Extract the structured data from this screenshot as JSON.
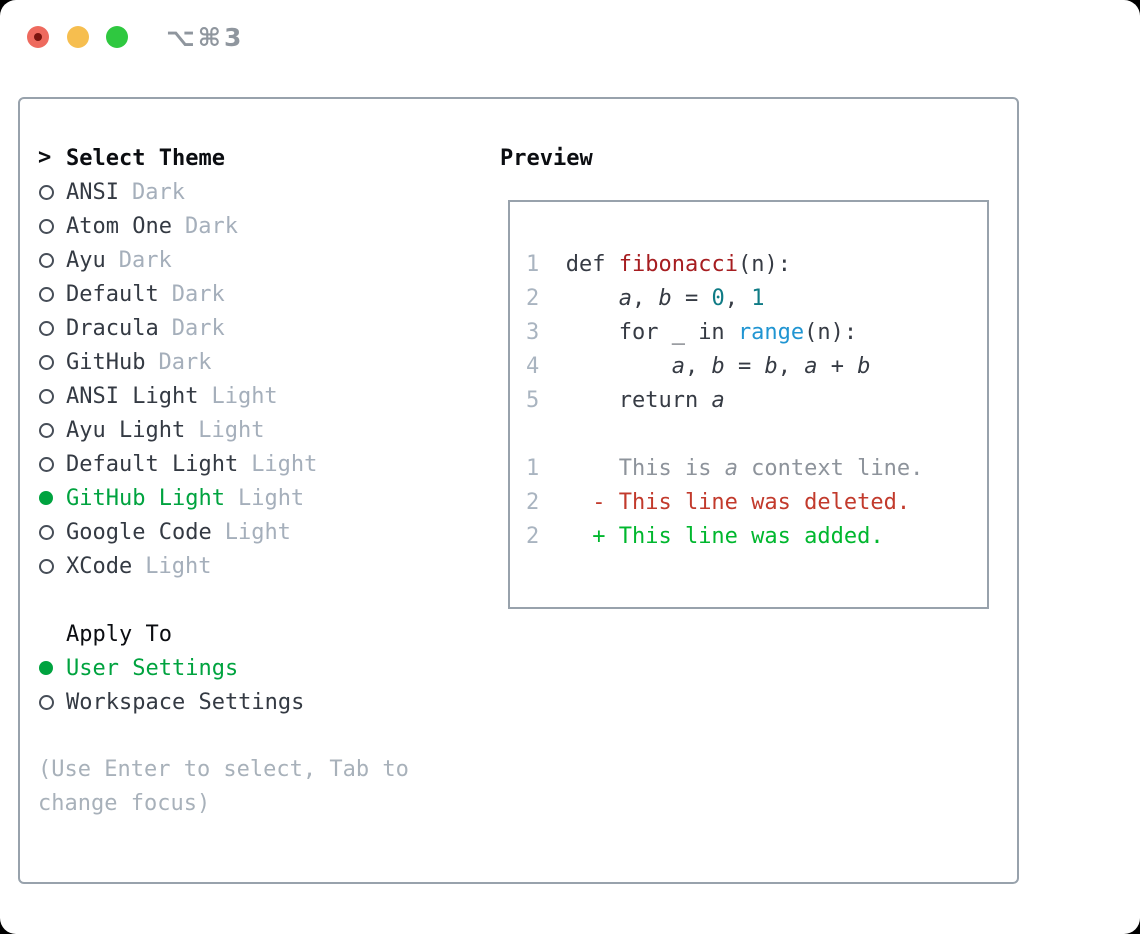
{
  "window": {
    "title_shortcut": "⌥⌘3"
  },
  "panel": {
    "theme_list": {
      "header": "Select Theme",
      "header_marker": ">",
      "items": [
        {
          "label": "ANSI",
          "variant": "Dark",
          "selected": false
        },
        {
          "label": "Atom One",
          "variant": "Dark",
          "selected": false
        },
        {
          "label": "Ayu",
          "variant": "Dark",
          "selected": false
        },
        {
          "label": "Default",
          "variant": "Dark",
          "selected": false
        },
        {
          "label": "Dracula",
          "variant": "Dark",
          "selected": false
        },
        {
          "label": "GitHub",
          "variant": "Dark",
          "selected": false
        },
        {
          "label": "ANSI Light",
          "variant": "Light",
          "selected": false
        },
        {
          "label": "Ayu Light",
          "variant": "Light",
          "selected": false
        },
        {
          "label": "Default Light",
          "variant": "Light",
          "selected": false
        },
        {
          "label": "GitHub Light",
          "variant": "Light",
          "selected": true
        },
        {
          "label": "Google Code",
          "variant": "Light",
          "selected": false
        },
        {
          "label": "XCode",
          "variant": "Light",
          "selected": false
        }
      ]
    },
    "apply_to": {
      "header": "Apply To",
      "options": [
        {
          "label": "User Settings",
          "selected": true
        },
        {
          "label": "Workspace Settings",
          "selected": false
        }
      ]
    },
    "help_text": "(Use Enter to select, Tab to change focus)",
    "preview": {
      "header": "Preview",
      "code_lines": [
        {
          "num": "1",
          "tokens": [
            {
              "t": "  def ",
              "c": "plain"
            },
            {
              "t": "fibonacci",
              "c": "func"
            },
            {
              "t": "(n):",
              "c": "plain"
            }
          ]
        },
        {
          "num": "2",
          "tokens": [
            {
              "t": "      ",
              "c": "plain"
            },
            {
              "t": "a",
              "c": "plain",
              "i": true
            },
            {
              "t": ", ",
              "c": "plain"
            },
            {
              "t": "b",
              "c": "plain",
              "i": true
            },
            {
              "t": " = ",
              "c": "plain"
            },
            {
              "t": "0",
              "c": "number"
            },
            {
              "t": ", ",
              "c": "plain"
            },
            {
              "t": "1",
              "c": "number"
            }
          ]
        },
        {
          "num": "3",
          "tokens": [
            {
              "t": "      for _ in ",
              "c": "plain"
            },
            {
              "t": "range",
              "c": "builtin"
            },
            {
              "t": "(n):",
              "c": "plain"
            }
          ]
        },
        {
          "num": "4",
          "tokens": [
            {
              "t": "          ",
              "c": "plain"
            },
            {
              "t": "a",
              "c": "plain",
              "i": true
            },
            {
              "t": ", ",
              "c": "plain"
            },
            {
              "t": "b",
              "c": "plain",
              "i": true
            },
            {
              "t": " = ",
              "c": "plain"
            },
            {
              "t": "b",
              "c": "plain",
              "i": true
            },
            {
              "t": ", ",
              "c": "plain"
            },
            {
              "t": "a",
              "c": "plain",
              "i": true
            },
            {
              "t": " + ",
              "c": "plain"
            },
            {
              "t": "b",
              "c": "plain",
              "i": true
            }
          ]
        },
        {
          "num": "5",
          "tokens": [
            {
              "t": "      return ",
              "c": "plain"
            },
            {
              "t": "a",
              "c": "plain",
              "i": true
            }
          ]
        },
        {
          "num": "",
          "tokens": []
        },
        {
          "num": "1",
          "tokens": [
            {
              "t": "      This is ",
              "c": "context"
            },
            {
              "t": "a",
              "c": "context",
              "i": true
            },
            {
              "t": " context line.",
              "c": "context"
            }
          ]
        },
        {
          "num": "2",
          "tokens": [
            {
              "t": "    - This line was deleted.",
              "c": "deleted"
            }
          ]
        },
        {
          "num": "2",
          "tokens": [
            {
              "t": "    + This line was added.",
              "c": "added"
            }
          ]
        }
      ]
    }
  },
  "colors": {
    "accent_selected_green": "#00a33f",
    "diff_added_green": "#00b72e",
    "diff_deleted_red": "#c23a2c",
    "diff_context_gray": "#8d939b",
    "function_red": "#a61d20",
    "number_teal": "#0f7b85",
    "builtin_blue": "#2095d2",
    "border_gray": "#98a2ac",
    "secondary_text_gray": "#a5afbb",
    "primary_text": "#343a43",
    "traffic_close_red": "#ee6a5e",
    "traffic_minimize_yellow": "#f6be4f",
    "traffic_zoom_green": "#2fc840"
  }
}
